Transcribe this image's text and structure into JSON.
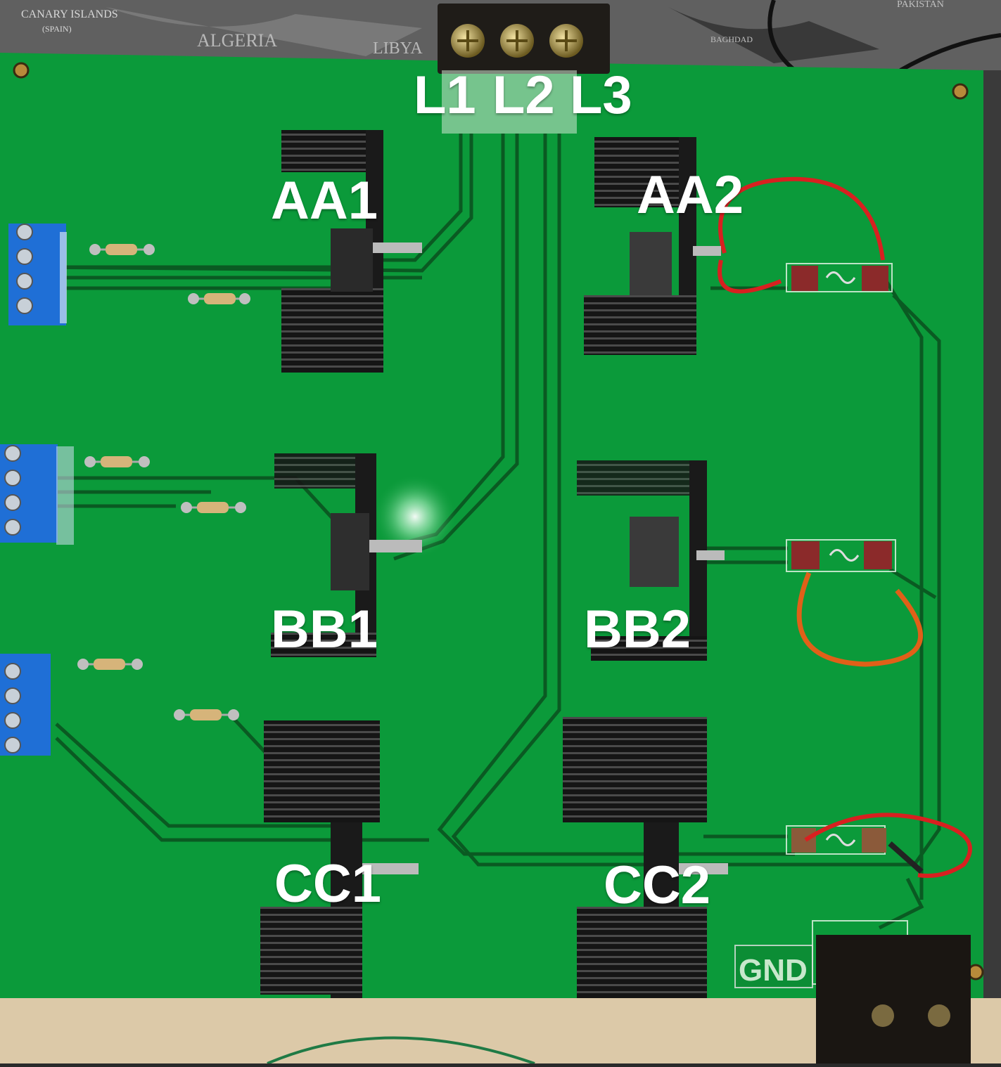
{
  "scene": {
    "description_colors": {
      "pcb": "#0b9a3a",
      "trace": "#0a5a22",
      "heatsink": "#1c1c1c",
      "terminal_blue": "#1e6fd0",
      "mat_gray": "#5c5c5c",
      "wood": "#d9c7a7"
    }
  },
  "labels": {
    "terminals": [
      "L1",
      "L2",
      "L3"
    ],
    "aa1": "AA1",
    "aa2": "AA2",
    "bb1": "BB1",
    "bb2": "BB2",
    "cc1": "CC1",
    "cc2": "CC2",
    "gnd": "GND"
  },
  "mat_text": {
    "canary": "CANARY ISLANDS",
    "spain": "(SPAIN)",
    "algeria": "ALGERIA",
    "libya": "LIBYA",
    "baghdad": "BAGHDAD",
    "pakistan": "PAKISTAN"
  }
}
